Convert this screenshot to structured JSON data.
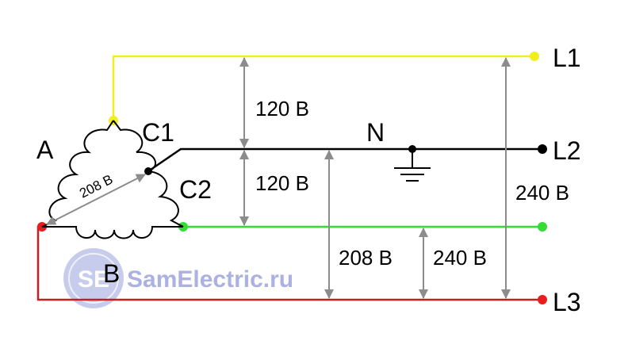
{
  "terminals": {
    "a": "A",
    "b": "B",
    "c1": "C1",
    "c2": "C2",
    "n": "N"
  },
  "lines": {
    "l1": "L1",
    "l2": "L2",
    "l3": "L3"
  },
  "voltages": {
    "coil_diag": "208 В",
    "upper_half": "120 В",
    "lower_half": "120 В",
    "l2_l3": "208 В",
    "c2_l3": "240 В",
    "l1_l3": "240 В"
  },
  "watermark": {
    "logo": "SE",
    "text": "SamElectric.ru"
  },
  "colors": {
    "l1_wire": "#f2ee1e",
    "l1_dot": "#f2ee1e",
    "l2_wire": "#000000",
    "c2_wire": "#33dd33",
    "l3_wire": "#c81e1e",
    "l3_dot": "#e81e1e",
    "arrow": "#8c8c8c",
    "coil": "#000000"
  }
}
